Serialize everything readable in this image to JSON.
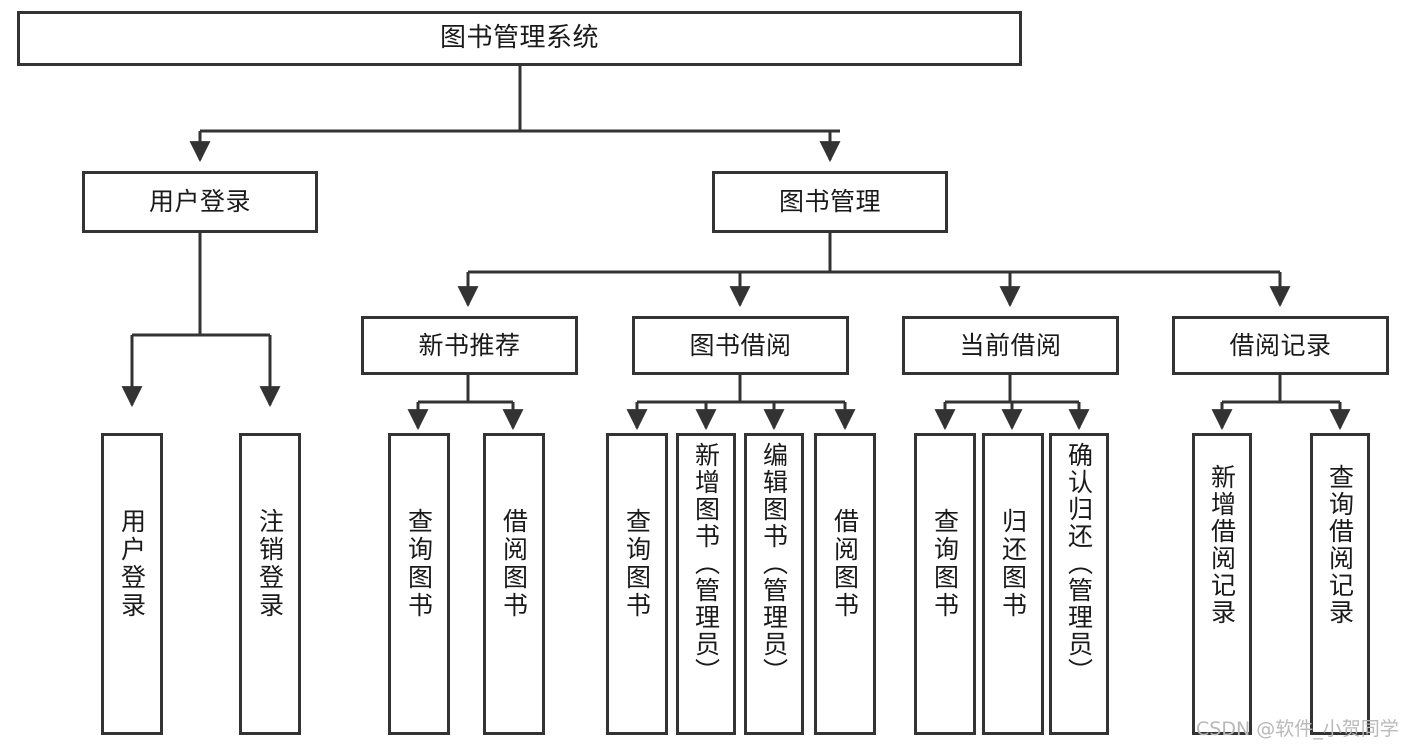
{
  "diagram": {
    "title": "图书管理系统",
    "type": "tree",
    "theme": {
      "background": "#ffffff",
      "node_fill": "#ffffff",
      "node_stroke": "#333333",
      "text_color": "#1a1a1a",
      "connector_color": "#333333",
      "watermark_color": "#b9b9b9"
    },
    "nodes": {
      "root": {
        "label": "图书管理系统"
      },
      "level2": [
        {
          "id": "user-login",
          "label": "用户登录"
        },
        {
          "id": "book-manage",
          "label": "图书管理"
        }
      ],
      "level3": [
        {
          "id": "new-book-recommend",
          "label": "新书推荐"
        },
        {
          "id": "book-borrow",
          "label": "图书借阅"
        },
        {
          "id": "current-borrow",
          "label": "当前借阅"
        },
        {
          "id": "borrow-record",
          "label": "借阅记录"
        }
      ],
      "leaves": {
        "user-login": [
          {
            "id": "leaf-user-login",
            "label": "用户登录"
          },
          {
            "id": "leaf-user-logout",
            "label": "注销登录"
          }
        ],
        "new-book-recommend": [
          {
            "id": "leaf-query-book-1",
            "label": "查询图书"
          },
          {
            "id": "leaf-borrow-book-1",
            "label": "借阅图书"
          }
        ],
        "book-borrow": [
          {
            "id": "leaf-query-book-2",
            "label": "查询图书"
          },
          {
            "id": "leaf-add-book",
            "label": "新增图书（管理员）"
          },
          {
            "id": "leaf-edit-book",
            "label": "编辑图书（管理员）"
          },
          {
            "id": "leaf-borrow-book-2",
            "label": "借阅图书"
          }
        ],
        "current-borrow": [
          {
            "id": "leaf-query-book-3",
            "label": "查询图书"
          },
          {
            "id": "leaf-return-book",
            "label": "归还图书"
          },
          {
            "id": "leaf-confirm-return",
            "label": "确认归还（管理员）"
          }
        ],
        "borrow-record": [
          {
            "id": "leaf-add-record",
            "label": "新增借阅记录"
          },
          {
            "id": "leaf-query-record",
            "label": "查询借阅记录"
          }
        ]
      }
    },
    "watermark": "CSDN @软件_小贺同学"
  }
}
